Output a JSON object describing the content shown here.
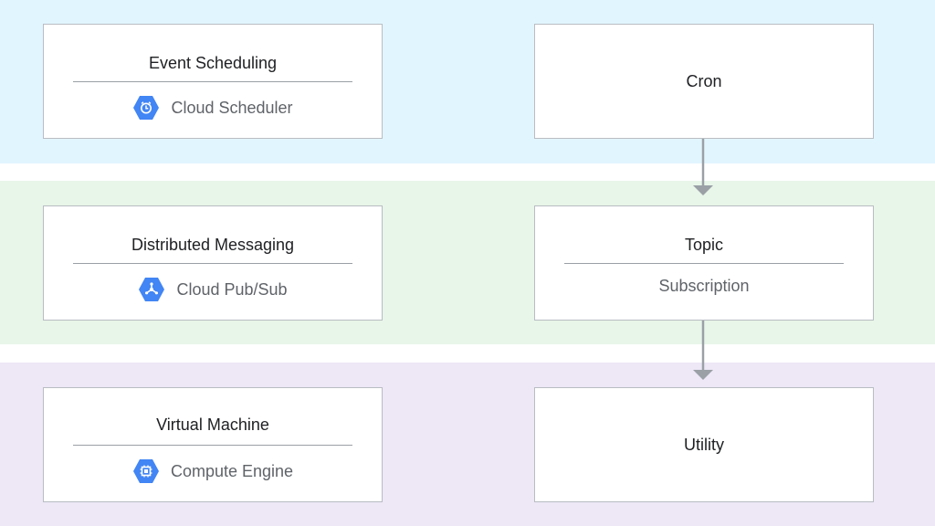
{
  "colors": {
    "band_top": "#e1f5fe",
    "band_mid": "#e8f5e9",
    "band_bot": "#ede7f6",
    "product_icon": "#4285f4",
    "arrow": "#9aa0a6"
  },
  "rows": [
    {
      "left": {
        "title": "Event Scheduling",
        "product": "Cloud Scheduler",
        "icon": "clock-icon"
      },
      "right": {
        "title": "Cron"
      }
    },
    {
      "left": {
        "title": "Distributed Messaging",
        "product": "Cloud Pub/Sub",
        "icon": "pubsub-icon"
      },
      "right": {
        "title": "Topic",
        "subtitle": "Subscription"
      }
    },
    {
      "left": {
        "title": "Virtual Machine",
        "product": "Compute Engine",
        "icon": "chip-icon"
      },
      "right": {
        "title": "Utility"
      }
    }
  ]
}
